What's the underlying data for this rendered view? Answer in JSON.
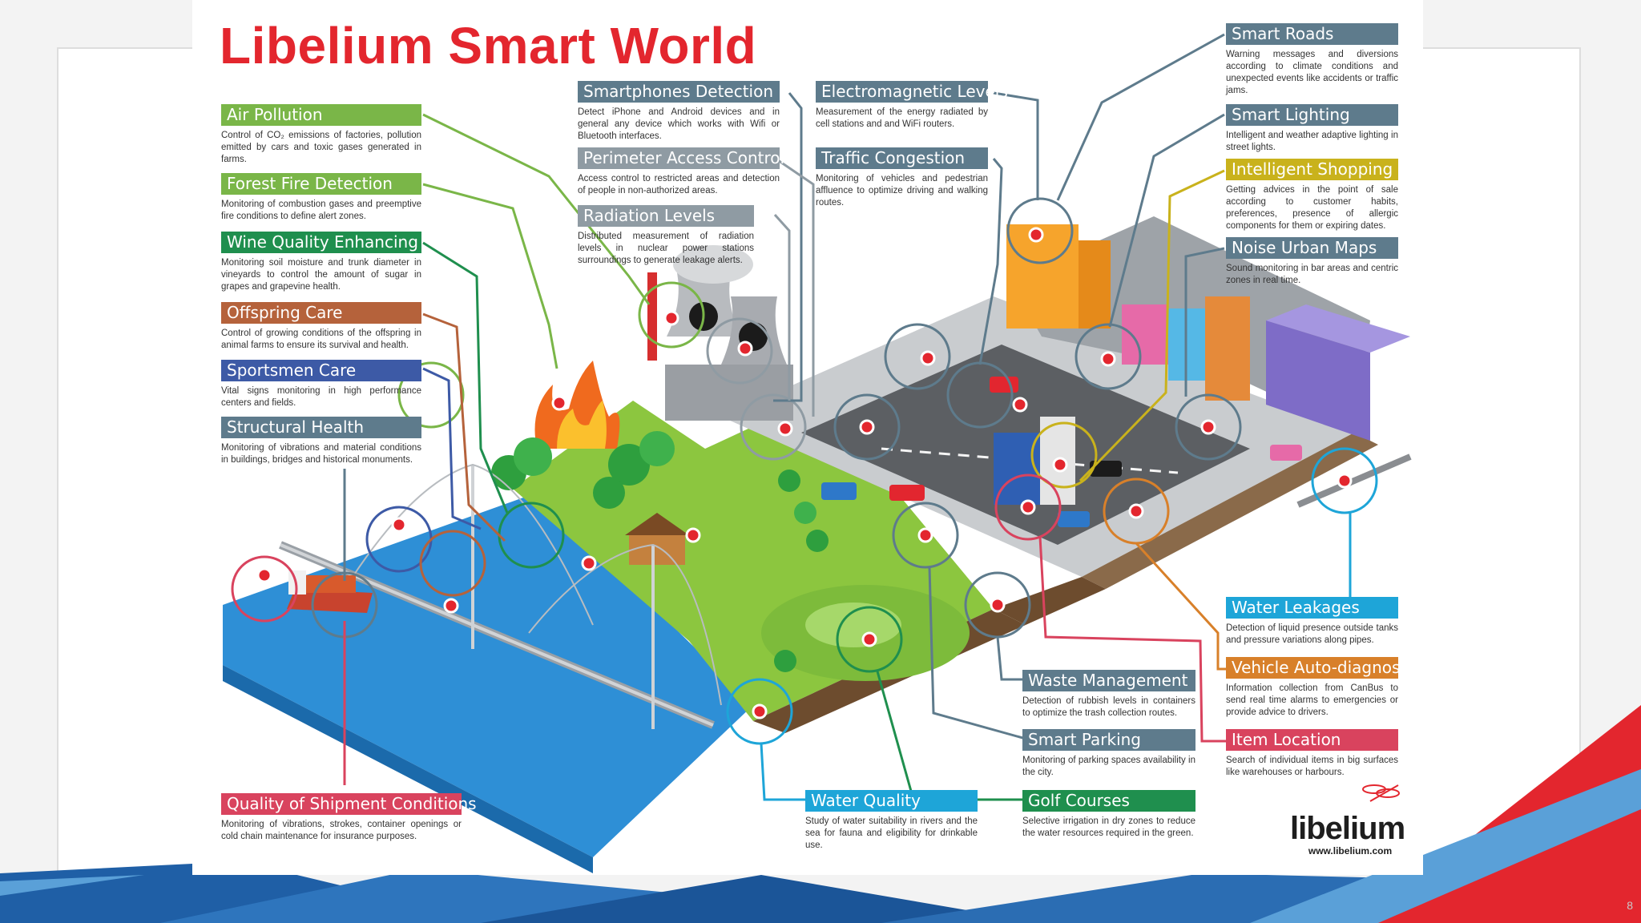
{
  "poster": {
    "title": "Libelium Smart World",
    "logo_text": "libelium",
    "logo_url": "www.libelium.com",
    "labels": [
      {
        "heading": "Air Pollution",
        "desc": "Control of CO₂ emissions of factories, pollution emitted by cars and toxic gases generated in farms.",
        "color": "#7ab648"
      },
      {
        "heading": "Forest Fire Detection",
        "desc": "Monitoring of combustion gases and preemptive fire conditions to define alert zones.",
        "color": "#7ab648"
      },
      {
        "heading": "Wine Quality Enhancing",
        "desc": "Monitoring soil moisture and trunk diameter in vineyards to control the amount of sugar in grapes and grapevine health.",
        "color": "#1f8f4e"
      },
      {
        "heading": "Offspring Care",
        "desc": "Control of growing conditions of the offspring in animal farms to ensure its survival and health.",
        "color": "#b5623b"
      },
      {
        "heading": "Sportsmen Care",
        "desc": "Vital signs monitoring in high performance centers and fields.",
        "color": "#3d5aa6"
      },
      {
        "heading": "Structural Health",
        "desc": "Monitoring of vibrations and material conditions in buildings, bridges and historical monuments.",
        "color": "#5e7b8c"
      },
      {
        "heading": "Smartphones Detection",
        "desc": "Detect iPhone and Android devices and in general any device which works with Wifi or Bluetooth interfaces.",
        "color": "#5e7b8c"
      },
      {
        "heading": "Perimeter Access Control",
        "desc": "Access control to restricted areas and detection of people in non-authorized areas.",
        "color": "#8f9ba3"
      },
      {
        "heading": "Radiation Levels",
        "desc": "Distributed measurement of radiation levels in nuclear power stations surroundings to generate leakage alerts.",
        "color": "#8f9ba3"
      },
      {
        "heading": "Electromagnetic Levels",
        "desc": "Measurement of the energy radiated by cell stations and and WiFi routers.",
        "color": "#5e7b8c"
      },
      {
        "heading": "Traffic Congestion",
        "desc": "Monitoring of vehicles and pedestrian affluence to optimize driving and walking routes.",
        "color": "#5e7b8c"
      },
      {
        "heading": "Smart Roads",
        "desc": "Warning messages and diversions according to climate conditions and unexpected events like accidents or traffic jams.",
        "color": "#5e7b8c"
      },
      {
        "heading": "Smart Lighting",
        "desc": "Intelligent and weather adaptive lighting in street lights.",
        "color": "#5e7b8c"
      },
      {
        "heading": "Intelligent Shopping",
        "desc": "Getting advices in the point of sale according to customer habits, preferences, presence of allergic components for them or expiring dates.",
        "color": "#c9b21c"
      },
      {
        "heading": "Noise Urban Maps",
        "desc": "Sound monitoring in bar areas and centric zones in real time.",
        "color": "#5e7b8c"
      },
      {
        "heading": "Water Leakages",
        "desc": "Detection of liquid presence outside tanks and pressure variations along pipes.",
        "color": "#1ea5d8"
      },
      {
        "heading": "Vehicle Auto-diagnosis",
        "desc": "Information collection from CanBus to send real time alarms to emergencies or provide advice to drivers.",
        "color": "#d8802a"
      },
      {
        "heading": "Item Location",
        "desc": "Search of individual items in big surfaces like warehouses or harbours.",
        "color": "#d9435e"
      },
      {
        "heading": "Waste Management",
        "desc": "Detection of rubbish levels in containers to optimize the trash collection routes.",
        "color": "#5e7b8c"
      },
      {
        "heading": "Smart Parking",
        "desc": "Monitoring of parking spaces availability in the city.",
        "color": "#5e7b8c"
      },
      {
        "heading": "Golf Courses",
        "desc": "Selective irrigation in dry zones to reduce the water resources required in the green.",
        "color": "#1f8f4e"
      },
      {
        "heading": "Water Quality",
        "desc": "Study of water suitability in rivers and the sea for fauna and eligibility for drinkable use.",
        "color": "#1ea5d8"
      },
      {
        "heading": "Quality of Shipment Conditions",
        "desc": "Monitoring of vibrations, strokes, container openings or cold chain maintenance for insurance purposes.",
        "color": "#d9435e"
      }
    ]
  },
  "slide": {
    "page_number": "8",
    "colors": {
      "blue": "#1f5fa6",
      "red": "#e3262e",
      "light_blue": "#5aa0d8"
    }
  }
}
